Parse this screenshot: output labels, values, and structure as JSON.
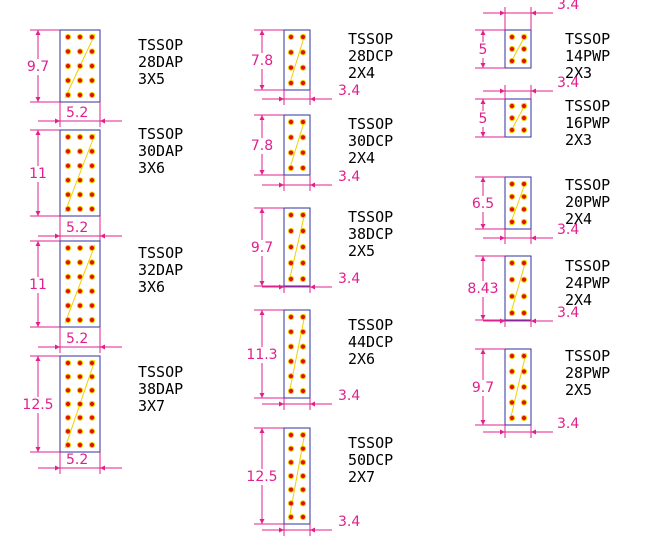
{
  "colors": {
    "dimension": "#e0208c",
    "outline": "#3030a0",
    "pad_fill": "#e01010",
    "pad_ring": "#f0d000",
    "text": "#000000",
    "diagonal": "#f0d000"
  },
  "packages": [
    {
      "lines": [
        "TSSOP",
        "28DAP",
        "3X5"
      ],
      "height": "9.7",
      "width": "5.2",
      "cols": 3,
      "rows": 5
    },
    {
      "lines": [
        "TSSOP",
        "30DAP",
        "3X6"
      ],
      "height": "11",
      "width": "5.2",
      "cols": 3,
      "rows": 6
    },
    {
      "lines": [
        "TSSOP",
        "32DAP",
        "3X6"
      ],
      "height": "11",
      "width": "5.2",
      "cols": 3,
      "rows": 6
    },
    {
      "lines": [
        "TSSOP",
        "38DAP",
        "3X7"
      ],
      "height": "12.5",
      "width": "5.2",
      "cols": 3,
      "rows": 7
    },
    {
      "lines": [
        "TSSOP",
        "28DCP",
        "2X4"
      ],
      "height": "7.8",
      "width": "3.4",
      "cols": 2,
      "rows": 4
    },
    {
      "lines": [
        "TSSOP",
        "30DCP",
        "2X4"
      ],
      "height": "7.8",
      "width": "3.4",
      "cols": 2,
      "rows": 4
    },
    {
      "lines": [
        "TSSOP",
        "38DCP",
        "2X5"
      ],
      "height": "9.7",
      "width": "3.4",
      "cols": 2,
      "rows": 5
    },
    {
      "lines": [
        "TSSOP",
        "44DCP",
        "2X6"
      ],
      "height": "11.3",
      "width": "3.4",
      "cols": 2,
      "rows": 6
    },
    {
      "lines": [
        "TSSOP",
        "50DCP",
        "2X7"
      ],
      "height": "12.5",
      "width": "3.4",
      "cols": 2,
      "rows": 7
    },
    {
      "lines": [
        "TSSOP",
        "14PWP",
        "2X3"
      ],
      "height": "5",
      "width": "3.4",
      "cols": 2,
      "rows": 3
    },
    {
      "lines": [
        "TSSOP",
        "16PWP",
        "2X3"
      ],
      "height": "5",
      "width": "3.4",
      "cols": 2,
      "rows": 3
    },
    {
      "lines": [
        "TSSOP",
        "20PWP",
        "2X4"
      ],
      "height": "6.5",
      "width": "3.4",
      "cols": 2,
      "rows": 4
    },
    {
      "lines": [
        "TSSOP",
        "24PWP",
        "2X4"
      ],
      "height": "8.43",
      "width": "3.4",
      "cols": 2,
      "rows": 4
    },
    {
      "lines": [
        "TSSOP",
        "28PWP",
        "2X5"
      ],
      "height": "9.7",
      "width": "3.4",
      "cols": 2,
      "rows": 5
    }
  ]
}
